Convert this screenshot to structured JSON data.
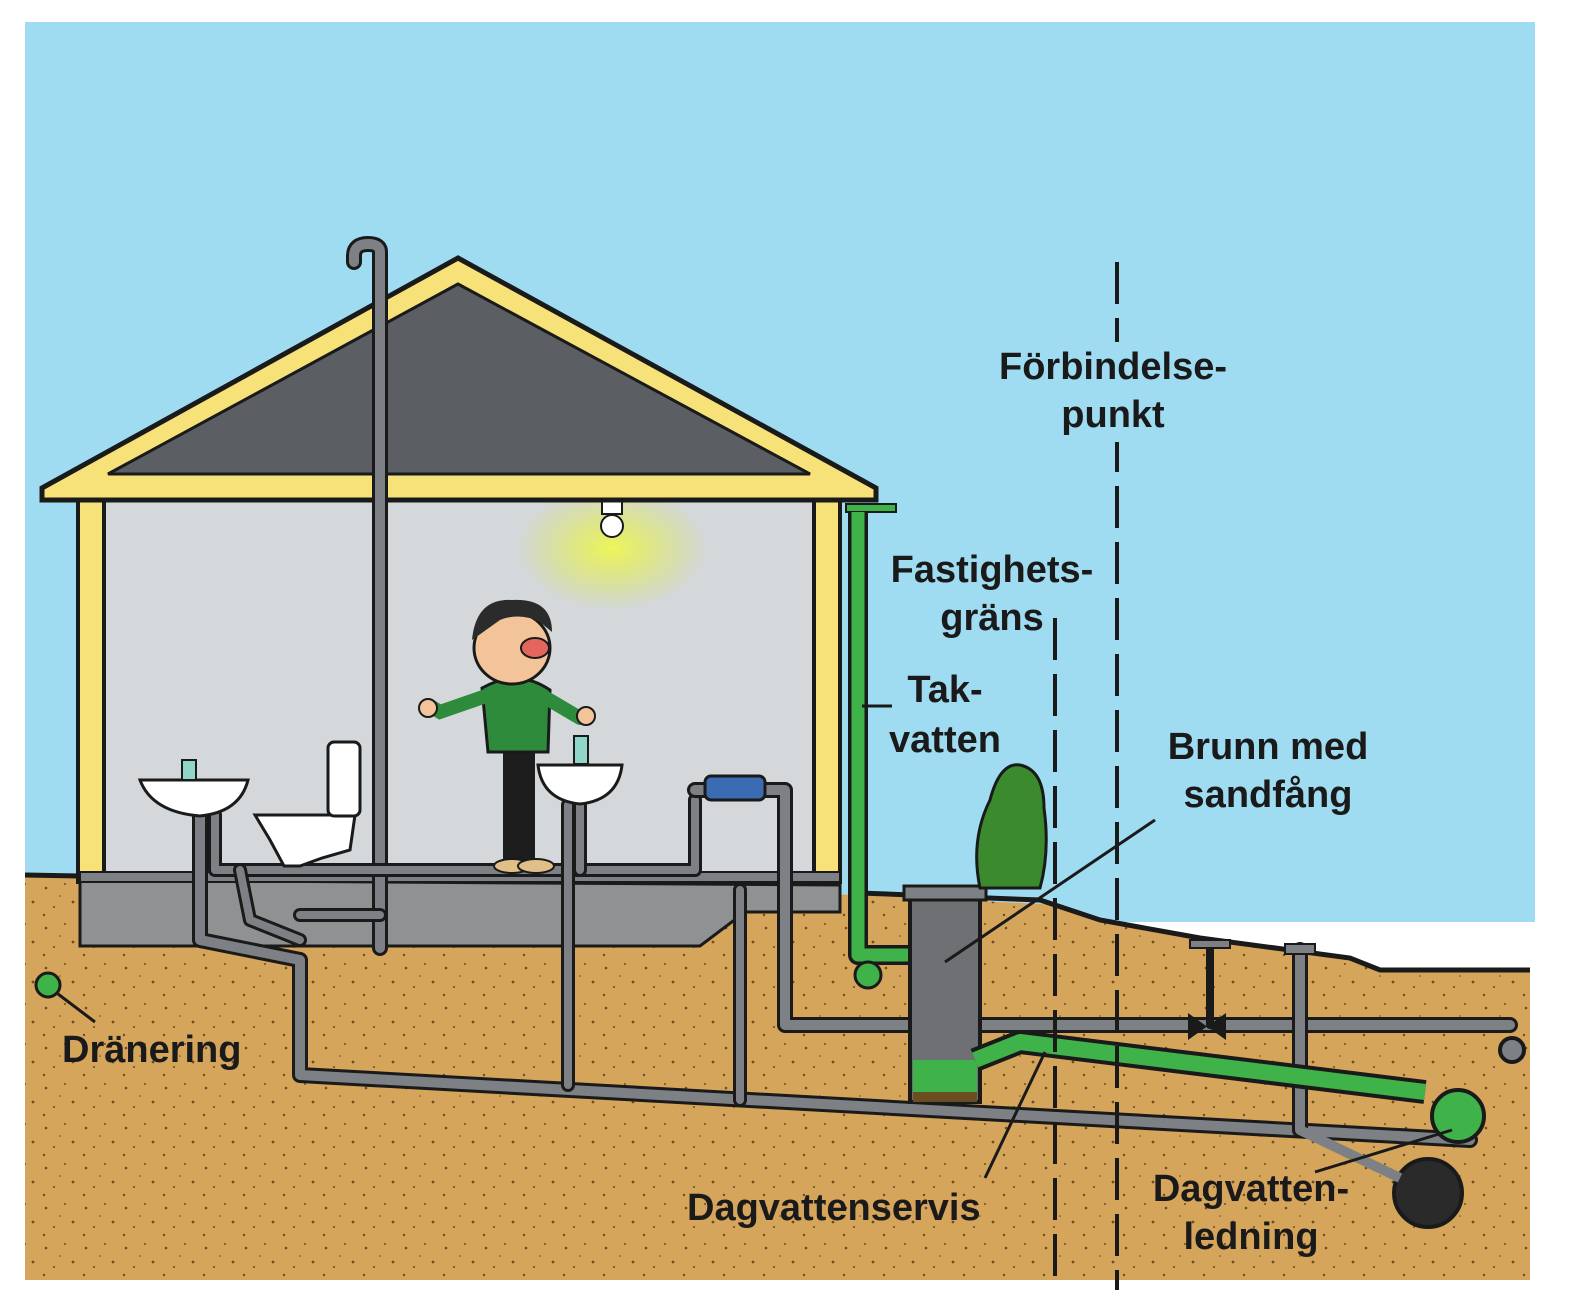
{
  "labels": {
    "forbindelsepunkt_line1": "Förbindelse-",
    "forbindelsepunkt_line2": "punkt",
    "fastighetsgrans_line1": "Fastighets-",
    "fastighetsgrans_line2": "gräns",
    "takvatten_line1": "Tak-",
    "takvatten_line2": "vatten",
    "brunn_line1": "Brunn med",
    "brunn_line2": "sandfång",
    "dranering": "Dränering",
    "dagvattenservis": "Dagvattenservis",
    "dagvattenledning_line1": "Dagvatten-",
    "dagvattenledning_line2": "ledning"
  },
  "colors": {
    "sky": "#9fdcf2",
    "soil": "#d6a55c",
    "wall": "#d4d8da",
    "roof_frame": "#f7e27a",
    "roof_inner": "#5b5e63",
    "foundation": "#8f9193",
    "pipe_grey": "#7d8185",
    "storm_water_green": "#3fb24a",
    "lamp_glow": "#e8f24a",
    "outline": "#1a1a1a"
  }
}
